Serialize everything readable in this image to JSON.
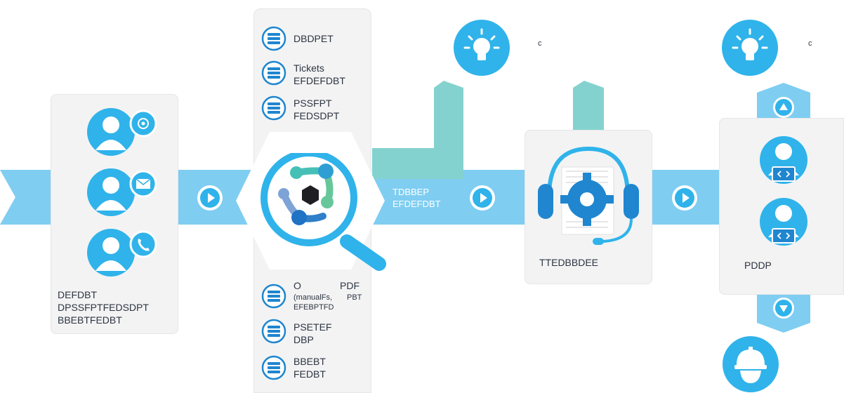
{
  "colors": {
    "band": "#7fcdf1",
    "accent": "#2fb3ea",
    "dark_blue": "#1f86cf",
    "teal": "#84d2cf",
    "panel": "#f3f3f4",
    "text": "#2c3440"
  },
  "channels": {
    "icons": [
      "settings-icon",
      "mail-icon",
      "phone-icon"
    ],
    "label_lines": [
      "DEFDBT",
      "DPSSFPTFEDSDPT",
      "BBEBTFEDBT"
    ]
  },
  "sources_top": [
    {
      "lines": [
        "DBDPET"
      ]
    },
    {
      "lines": [
        "Tickets",
        "EFDEFDBT"
      ]
    },
    {
      "lines": [
        "PSSFPT",
        "FEDSDPT"
      ]
    }
  ],
  "sources_bottom": [
    {
      "lines": [
        "O",
        "PDF",
        "(manualFs,",
        "PBT",
        "EFEBPTFD"
      ]
    },
    {
      "lines": [
        "PSETEF",
        "DBP"
      ]
    },
    {
      "lines": [
        "BBEBT",
        "FEDBT"
      ]
    }
  ],
  "connector": {
    "lines": [
      "TDBBEP",
      "EFDEFDBT"
    ]
  },
  "support": {
    "label": "TTEDBBDEE"
  },
  "bulbs": [
    {
      "suffix": "c"
    },
    {
      "suffix": "c"
    }
  ],
  "agents": {
    "label": "PDDP"
  }
}
